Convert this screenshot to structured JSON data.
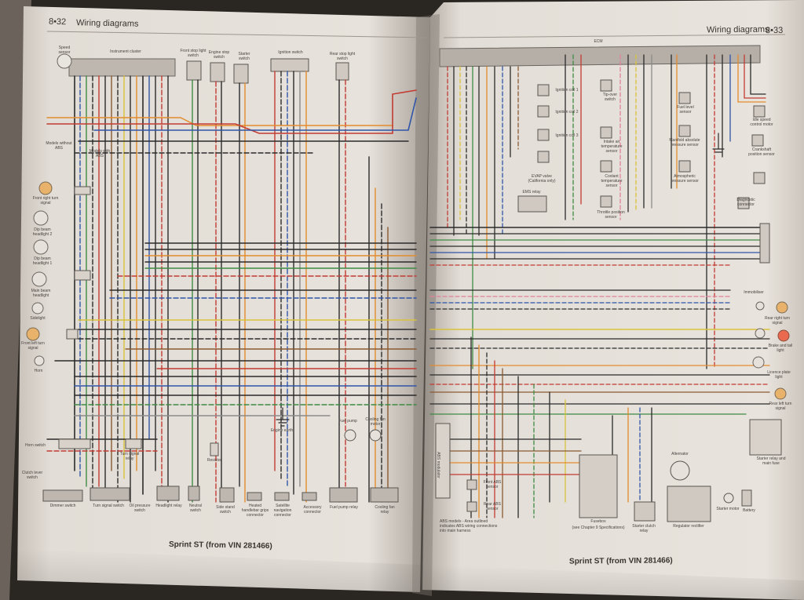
{
  "left_page": {
    "page_number": "8•32",
    "title": "Wiring diagrams",
    "caption": "Sprint ST (from VIN 281466)",
    "components_top": [
      "Speed sensor",
      "Instrument cluster",
      "Front stop light switch",
      "Engine stop switch",
      "Starter switch",
      "Ignition switch",
      "Rear stop light switch"
    ],
    "components_left": [
      "Front right turn signal",
      "Dip beam headlight 2",
      "Dip beam headlight 1",
      "Main beam headlight",
      "Sidelight",
      "Front left turn signal",
      "Horn",
      "Horn switch",
      "Clutch lever switch"
    ],
    "components_bottom": [
      "Dimmer switch",
      "Turn signal switch",
      "Turn signal relay",
      "Oil pressure switch",
      "Headlight relay",
      "Neutral switch",
      "Resistor",
      "Side stand switch",
      "Heated handlebar grips connector",
      "Satellite navigation connector",
      "Accessory connector",
      "Engine earth",
      "Fuel pump",
      "Cooling fan motor",
      "Fuel pump relay",
      "Cooling fan relay"
    ],
    "notes": [
      "Models without ABS",
      "Models with ABS"
    ]
  },
  "right_page": {
    "page_number": "8•33",
    "title": "Wiring diagrams",
    "caption": "Sprint ST (from VIN 281466)",
    "ecm_label": "ECM",
    "components": [
      "Ignition coil 1",
      "Ignition coil 2",
      "Ignition coil 3",
      "EVAP valve (California only)",
      "EMS relay",
      "Tip-over switch",
      "Intake air temperature sensor",
      "Coolant temperature sensor",
      "Throttle position sensor",
      "Fuel level sensor",
      "Manifold absolute pressure sensor",
      "Atmospheric pressure sensor",
      "Idle speed control motor",
      "Crankshaft position sensor",
      "Diagnostic connector",
      "Immobiliser",
      "Rear right turn signal",
      "Brake and tail light",
      "Licence plate light",
      "Rear left turn signal",
      "Starter relay and main fuse",
      "Alternator",
      "Regulator rectifier",
      "Starter motor",
      "Battery",
      "Starter clutch relay",
      "Front ABS sensor",
      "Rear ABS sensor",
      "Fusebox"
    ],
    "fusebox_note": "(see Chapter 9 Specifications)",
    "abs_note": "ABS models - Area outlined indicates ABS wiring connections into main harness",
    "abs_module": "ABS modulator"
  },
  "wire_colors": [
    "#2b2b2b",
    "#c23b32",
    "#2f55a8",
    "#3f8a45",
    "#e38c2d",
    "#d9c23a",
    "#8a5a33",
    "#b26ec2",
    "#8b8b8b",
    "#e27f9c"
  ]
}
